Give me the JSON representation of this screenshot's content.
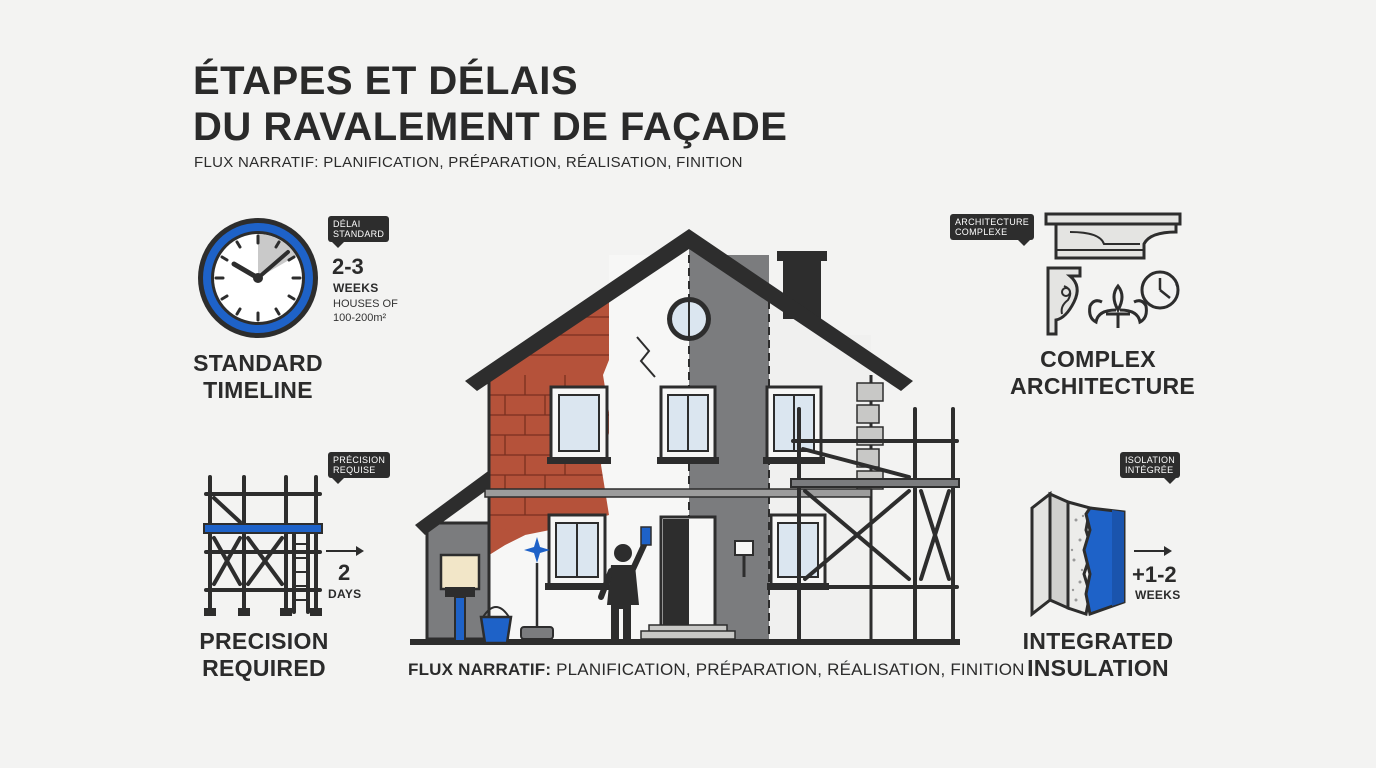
{
  "header": {
    "title_line1": "ÉTAPES ET DÉLAIS",
    "title_line2": "DU RAVALEMENT DE FAÇADE",
    "subtitle": "FLUX NARRATIF: PLANIFICATION, PRÉPARATION, RÉALISATION, FINITION"
  },
  "standard": {
    "tag_line1": "DÉLAI",
    "tag_line2": "STANDARD",
    "value": "2-3",
    "unit": "WEEKS",
    "note_line1": "HOUSES OF",
    "note_line2": "100-200m²",
    "label_line1": "STANDARD",
    "label_line2": "TIMELINE",
    "icon": "clock-icon"
  },
  "precision": {
    "tag_line1": "PRÉCISION",
    "tag_line2": "REQUISE",
    "value": "2",
    "unit": "DAYS",
    "label_line1": "PRECISION",
    "label_line2": "REQUIRED",
    "icon": "scaffolding-icon"
  },
  "complex": {
    "tag_line1": "ARCHITECTURE",
    "tag_line2": "COMPLEXE",
    "label_line1": "COMPLEX",
    "label_line2": "ARCHITECTURE",
    "icon": "ornament-icon"
  },
  "insulation": {
    "tag_line1": "ISOLATION",
    "tag_line2": "INTÉGRÉE",
    "value": "+1-2",
    "unit": "WEEKS",
    "label_line1": "INTEGRATED",
    "label_line2": "INSULATION",
    "icon": "insulation-panel-icon"
  },
  "footer": {
    "bold": "FLUX NARRATIF:",
    "rest": " PLANIFICATION, PRÉPARATION, RÉALISATION, FINITION"
  },
  "colors": {
    "accent_blue": "#1e62c8",
    "dark": "#2d2d2d",
    "brick": "#b5523a",
    "gray_facade": "#7b7c7e",
    "background": "#f3f3f2"
  }
}
